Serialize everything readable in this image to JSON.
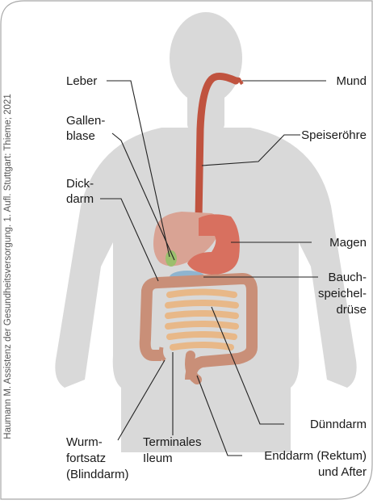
{
  "credit": "Haumann M. Assistenz der Gesundheitsversorgung. 1. Aufl. Stuttgart: Thieme; 2021",
  "labels": {
    "leber": "Leber",
    "gallenblase_1": "Gallen-",
    "gallenblase_2": "blase",
    "dickdarm_1": "Dick-",
    "dickdarm_2": "darm",
    "wurmfortsatz_1": "Wurm-",
    "wurmfortsatz_2": "fortsatz",
    "wurmfortsatz_3": "(Blinddarm)",
    "ileum_1": "Terminales",
    "ileum_2": "Ileum",
    "mund": "Mund",
    "speiseroehre": "Speiseröhre",
    "magen": "Magen",
    "bauch_1": "Bauch-",
    "bauch_2": "speichel-",
    "bauch_3": "drüse",
    "duenndarm": "Dünndarm",
    "enddarm_1": "Enddarm (Rektum)",
    "enddarm_2": "und After"
  },
  "colors": {
    "silhouette": "#d9d9d9",
    "border": "#a8a8a8",
    "esophagus": "#c0533f",
    "stomach": "#d8705f",
    "liver": "#d9a394",
    "pancreas": "#8fb4cf",
    "colon": "#c98f78",
    "small_intestine": "#e8b888",
    "leader": "#222222"
  }
}
